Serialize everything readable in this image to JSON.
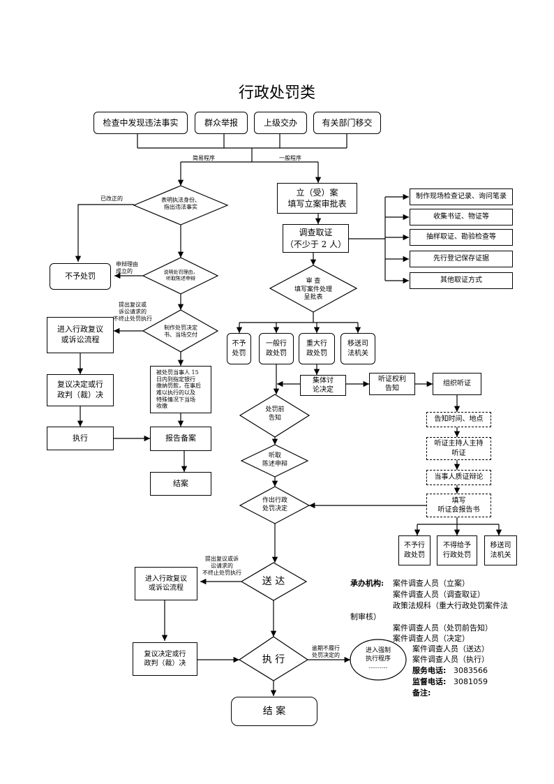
{
  "title": "行政处罚类",
  "sources": [
    "检查中发现违法事实",
    "群众举报",
    "上级交办",
    "有关部门移交"
  ],
  "branch": {
    "simple": "简易程序",
    "general": "一般程序"
  },
  "simple": {
    "d1": "表明执法身份、\n指出违法事实",
    "corrected": "已改正的",
    "no_penalty": "不予处罚",
    "d2": "说明处罚理由，\n听取陈述申辩",
    "defense_ok": "申辩理由\n成立的",
    "d3": "制作处罚决定\n书、当场交付",
    "review_req": "提出复议或\n诉讼请求的\n不终止处罚执行",
    "enter_review": "进入行政复议\n或诉讼流程",
    "review_result": "复议决定或行\n政判（裁）决",
    "execute": "执行",
    "pay": "被处罚当事人 15\n日内到指定银行\n缴纳罚款，在事后\n难以执行的以及\n特殊情况下当场\n收缴",
    "report": "报告备案",
    "close": "结案"
  },
  "general": {
    "file": "立（受）案\n填写立案审批表",
    "investigate": "调查取证\n（不少于 2 人）",
    "evidence": [
      "制作现场检查记录、询问笔录",
      "收集书证、物证等",
      "抽样取证、勘验检查等",
      "先行登记保存证据",
      "其他取证方式"
    ],
    "review": "审  查\n填写案件处理\n呈批表",
    "outcomes": [
      "不予\n处罚",
      "一般行\n政处罚",
      "重大行\n政处罚",
      "移送司\n法机关"
    ],
    "collective": "集体讨\n论决定",
    "hearing_notice": "听证权利\n告知",
    "organize": "组织听证",
    "notify_time": "告知时间、地点",
    "host": "听证主持人主持\n听证",
    "cross": "当事人质证辩论",
    "report_book": "填写\n听证会报告书",
    "h_outcomes": [
      "不予行\n政处罚",
      "不得给予\n行政处罚",
      "移送司\n法机关"
    ],
    "pre_notice": "处罚前\n告知",
    "listen": "听取\n陈述申辩",
    "decide": "作出行政\n处罚决定",
    "deliver": "送 达",
    "review_req": "提出复议或诉\n讼请求的\n不终止处罚执行",
    "enter_review": "进入行政复议\n或诉讼流程",
    "review_result": "复议决定或行\n政判（裁）决",
    "execute": "执 行",
    "overdue": "逾期不履行\n处罚决定的",
    "enforce": "进入强制\n执行程序\n………",
    "close": "结 案"
  },
  "info": {
    "org_label": "承办机构:",
    "line1": "案件调查人员（立案）",
    "line2": "案件调查人员（调查取证）",
    "line3": "政策法规科（重大行政处罚案件法",
    "line3b": "制审核）",
    "line4": "案件调查人员（处罚前告知）",
    "line5": "案件调查人员（决定）",
    "line6": "案件调查人员（送达）",
    "line7": "案件调查人员（执行）",
    "service_label": "服务电话:",
    "service_phone": "3083566",
    "supervise_label": "监督电话:",
    "supervise_phone": "3081059",
    "note_label": "备注:"
  }
}
